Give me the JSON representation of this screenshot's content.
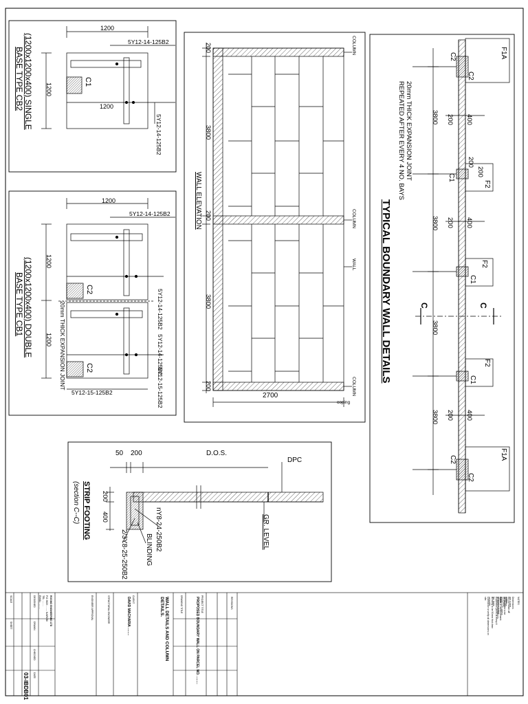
{
  "main_title": "TYPICAL BOUNDARY WALL DETAILS",
  "expansion_note": [
    "20mm THICK EXPANSION JOINT",
    "REPEATED AFTER EVERY 4 NO. BAYS"
  ],
  "plan": {
    "column_labels": [
      "F1A",
      "C2",
      "C2",
      "F2",
      "C1",
      "F2",
      "C1",
      "F2",
      "C1",
      "F1A",
      "C2",
      "C2"
    ],
    "dims": [
      "3800",
      "200",
      "400",
      "200",
      "200",
      "3800",
      "200",
      "400",
      "3800",
      "3800",
      "200",
      "400"
    ],
    "section_marks": [
      "C",
      "C"
    ]
  },
  "base_cb2": {
    "title": "(1200x1200x400) SINGLE",
    "subtitle": "BASE TYPE CB2",
    "dims": [
      "1200",
      "1200",
      "1200"
    ],
    "col_label": "C1",
    "rebar": [
      "5Y12-14-125B2",
      "5Y12-14-125B2"
    ]
  },
  "base_cb1": {
    "title": "(1200x1200x400) DOUBLE",
    "subtitle": "BASE TYPE CB1",
    "dims": [
      "1200",
      "1200",
      "1200"
    ],
    "col_labels": [
      "C2",
      "C2"
    ],
    "rebar": [
      "5Y12-14-125B2",
      "5Y12-14-125B2",
      "5Y12-14-125B2",
      "5Y12-15-125B2",
      "5Y12-15-125B2"
    ],
    "joint_note": "20mm THICK EXPANSION JOINT"
  },
  "elevation": {
    "title": "WALL ELEVATION",
    "dims": [
      "200",
      "3800",
      "200",
      "3800",
      "200",
      "2700"
    ],
    "labels": [
      "COLUMN",
      "COLUMN",
      "WALL",
      "COLUMN",
      "coping"
    ]
  },
  "strip_footing": {
    "title": "STRIP FOOTING",
    "subtitle": "(section C--C)",
    "dims_top": [
      "50",
      "200",
      "D.O.S."
    ],
    "dims_side": [
      "200",
      "400"
    ],
    "labels": [
      "DPC",
      "GR. LEVEL",
      "BLINDING",
      "nY8-24-250B2",
      "2/3Y8-25-250B2"
    ]
  },
  "title_block": {
    "revisions": "REVISIONS",
    "notes_heading": "NOTES",
    "notes": [
      "Dimensions are in mm unless otherwise stated.",
      "Do not scale off drawings.",
      "All concrete to be grade C25 unless otherwise stated.",
      "Cover to reinforcement 50mm to foundations.",
      "Expansion joints at every 4 No. bays.",
      "Blinding to be 50mm thick lean concrete.",
      "Contractor to verify all dimensions on site."
    ],
    "project_label": "PROJECT TITLE",
    "project": "PROPOSED BOUNDARY WALL ON PARCEL NO. ........",
    "drawing_label": "DRAWING TITLE",
    "drawing_title": "WALL DETAILS AND COLUMN DETAILS.",
    "client_label": "CLIENT",
    "client": "DAVID MACHARIA ........",
    "structural_label": "STRUCTURAL ENGINEER",
    "engineer_approval": "ENGINEER APPROVAL",
    "firm": "ROGMO ENGINEERING LTD",
    "firm_lines": [
      "P.O. BOX ........ NAIROBI",
      "TEL: ........",
      "EMAIL: ........"
    ],
    "fields": [
      "DESIGNED",
      "DRAWN",
      "CHECKED",
      "DATE",
      "SCALE",
      "SHEET"
    ],
    "drawing_no": "03-IBDB01"
  }
}
